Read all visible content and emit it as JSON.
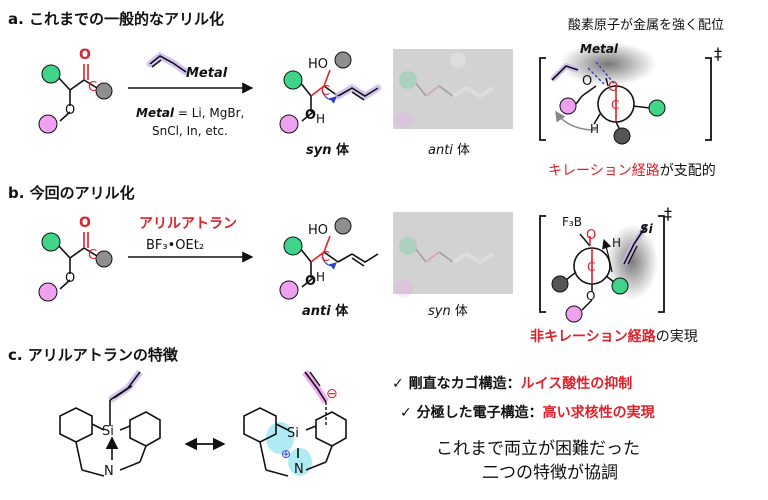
{
  "section_a": {
    "title": "a. これまでの一般的なアリル化",
    "reagent_label": "Metal",
    "metal_list_key": "Metal",
    "metal_list_value": " = Li, MgBr,",
    "metal_list_line2": "SnCl, In, etc.",
    "product_syn": "syn",
    "product_syn_suffix": " 体",
    "product_anti": "anti",
    "product_anti_suffix": " 体",
    "ts_metal": "Metal",
    "ts_note": "酸素原子が金属を強く配位",
    "conclusion_red": "キレーション経路",
    "conclusion_black": "が支配的"
  },
  "section_b": {
    "title": "b. 今回のアリル化",
    "reagent_red": "アリルアトラン",
    "reagent_lewis": "BF₃•OEt₂",
    "product_anti": "anti",
    "product_anti_suffix": " 体",
    "product_syn": "syn",
    "product_syn_suffix": " 体",
    "ts_si": "Si",
    "ts_f3b": "F₃B",
    "conclusion_red": "非キレーション経路",
    "conclusion_black": "の実現"
  },
  "section_c": {
    "title": "c. アリルアトランの特徴",
    "feature1_black": "✓ 剛直なカゴ構造：",
    "feature1_red": "ルイス酸性の抑制",
    "feature2_black": "✓ 分極した電子構造：",
    "feature2_red": "高い求核性の実現",
    "summary_line1": "これまで両立が困難だった",
    "summary_line2": "二つの特徴が協調"
  },
  "atoms": {
    "O": "O",
    "C": "C",
    "HO": "HO",
    "H": "H",
    "Si": "Si",
    "N": "N",
    "dagger": "‡",
    "plus": "⊕",
    "minus": "⊖"
  },
  "colors": {
    "red": "#e0202a",
    "green": "#3fd48a",
    "pink": "#f0a0f0",
    "gray": "#8e8e8e",
    "purple_glow": "#c9b6f0",
    "cyan_glow": "#8fe3f0",
    "blue_dash": "#2b3fc9"
  }
}
